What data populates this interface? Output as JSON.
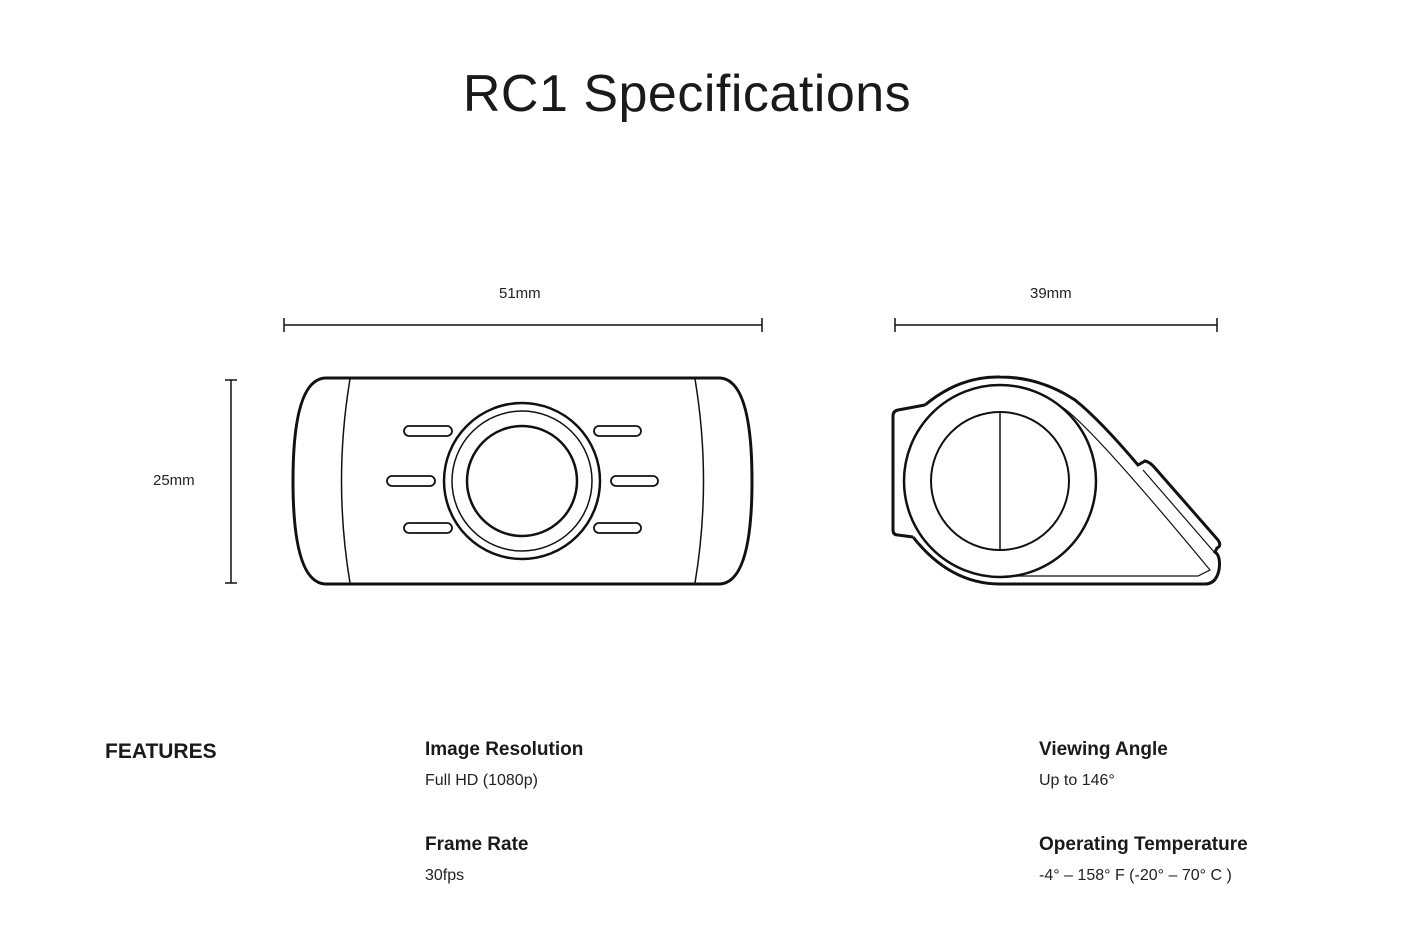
{
  "title": "RC1 Specifications",
  "dimensions": {
    "width_front": "51mm",
    "height_front": "25mm",
    "width_side": "39mm"
  },
  "features": {
    "heading": "FEATURES",
    "items": [
      {
        "label": "Image Resolution",
        "value": "Full HD (1080p)"
      },
      {
        "label": "Frame Rate",
        "value": "30fps"
      },
      {
        "label": "Viewing Angle",
        "value": "Up to 146°"
      },
      {
        "label": "Operating Temperature",
        "value": "-4° – 158° F (-20° – 70° C )"
      }
    ]
  }
}
